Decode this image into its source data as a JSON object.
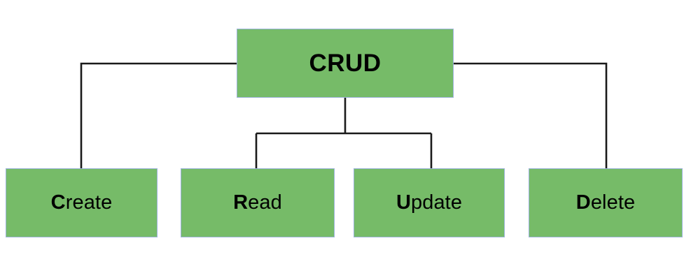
{
  "diagram": {
    "type": "tree",
    "title_node": "CRUD",
    "background_color": "#ffffff",
    "node_fill_color": "#76bb68",
    "node_border_color": "#9cb3d9",
    "connector_color": "#1a1a1a",
    "text_color": "#000000",
    "root": {
      "label": "CRUD",
      "initial": "C",
      "rest": "RUD"
    },
    "children": [
      {
        "label": "Create",
        "initial": "C",
        "rest": "reate"
      },
      {
        "label": "Read",
        "initial": "R",
        "rest": "ead"
      },
      {
        "label": "Update",
        "initial": "U",
        "rest": "pdate"
      },
      {
        "label": "Delete",
        "initial": "D",
        "rest": "elete"
      }
    ]
  }
}
